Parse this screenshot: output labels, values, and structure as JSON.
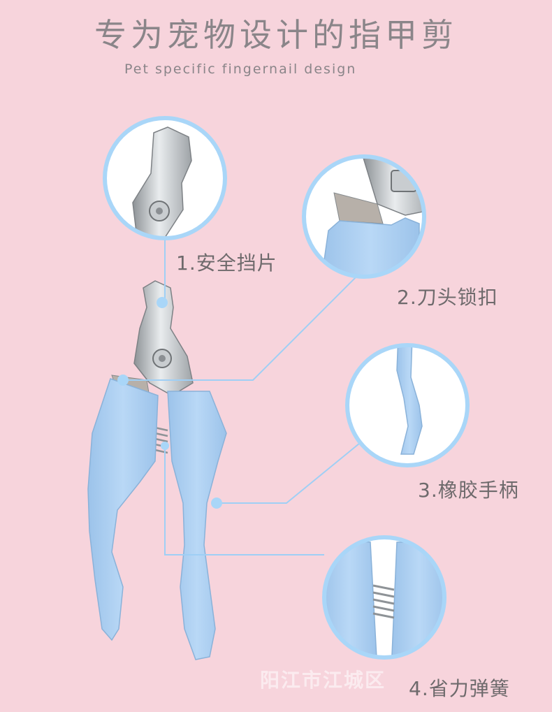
{
  "header": {
    "title": "专为宠物设计的指甲剪",
    "subtitle": "Pet specific fingernail design"
  },
  "features": [
    {
      "label": "1.安全挡片"
    },
    {
      "label": "2.刀头锁扣"
    },
    {
      "label": "3.橡胶手柄"
    },
    {
      "label": "4.省力弹簧"
    }
  ],
  "watermark": "阳江市江城区"
}
